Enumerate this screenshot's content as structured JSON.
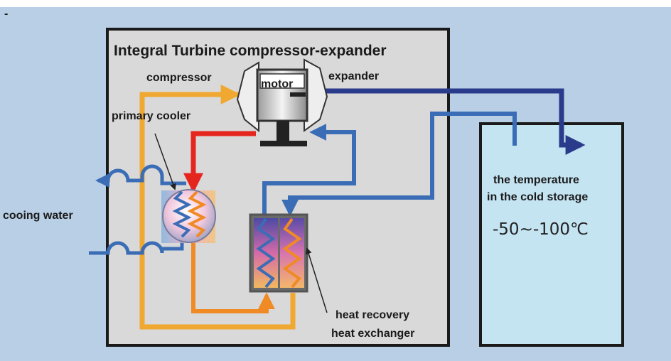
{
  "diagram": {
    "corner_mark": "-",
    "title": "Integral Turbine compressor-expander",
    "labels": {
      "compressor": "compressor",
      "motor": "motor",
      "expander": "expander",
      "primary_cooler": "primary cooler",
      "cooling_water": "cooing water",
      "heat_recovery_line1": "heat recovery",
      "heat_recovery_line2": "heat exchanger"
    },
    "cold_storage": {
      "line1": "the temperature",
      "line2": "in the cold storage",
      "range": "-50~-100℃"
    }
  },
  "colors": {
    "background": "#b8cfe6",
    "unit_panel": "#d9d9d9",
    "cold_storage_fill": "#c4e4f2",
    "hot_line": "#e5261e",
    "warm_line": "#f0a830",
    "medium_line": "#f08a24",
    "cool_line": "#3a6db5",
    "cold_line": "#2b3b8c"
  }
}
